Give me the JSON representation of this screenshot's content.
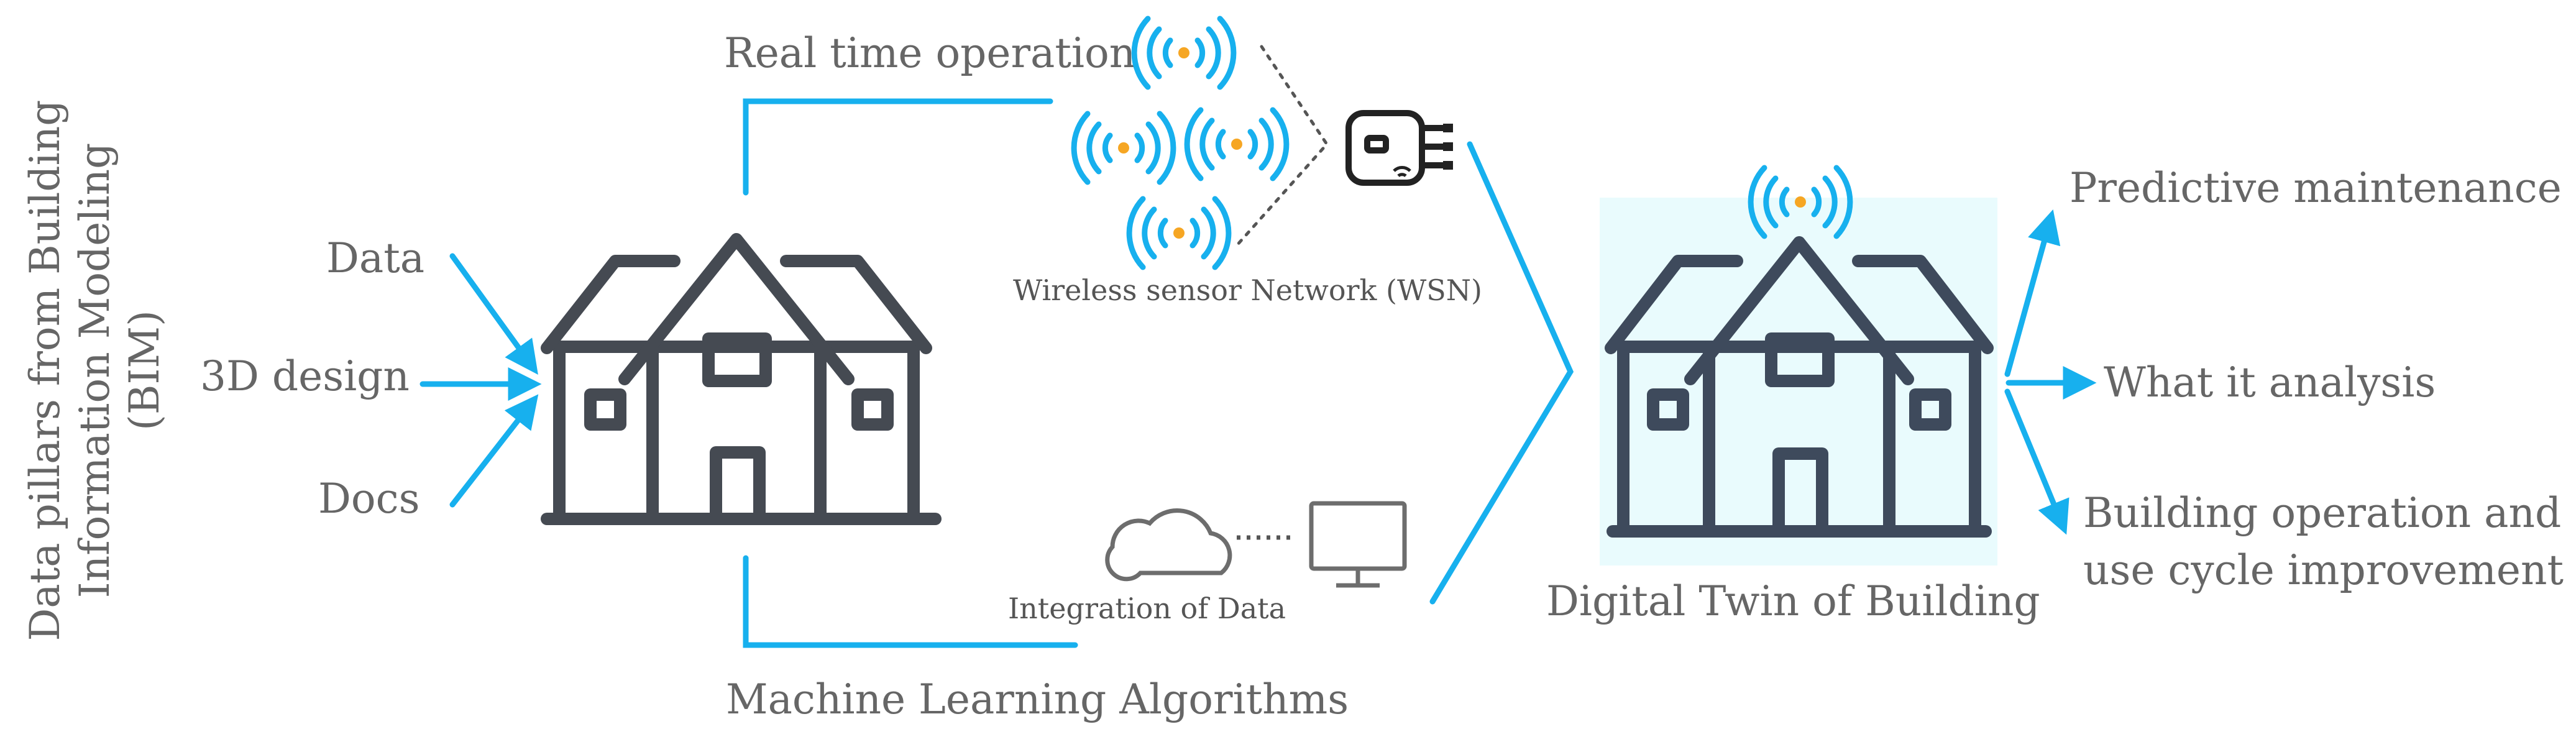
{
  "left_title": {
    "line1": "Data pillars from Building",
    "line2": "Information Modeling",
    "line3": "(BIM)"
  },
  "inputs": [
    "Data",
    "3D design",
    "Docs"
  ],
  "top_branch": {
    "label": "Real time operation",
    "sensor_network_label": "Wireless sensor Network (WSN)"
  },
  "bottom_branch": {
    "label": "Machine Learning Algorithms",
    "integration_label": "Integration of Data"
  },
  "twin": {
    "label": "Digital Twin of Building"
  },
  "outputs": {
    "item1": "Predictive maintenance",
    "item2": "What it analysis",
    "item3_line1": "Building operation and",
    "item3_line2": "use cycle improvement"
  },
  "colors": {
    "accent": "#17b0ee",
    "house": "#454a52",
    "twin_bg": "#e9fbfd",
    "text": "#666666",
    "signal_dot": "#f6a623"
  },
  "icons": [
    "house-icon",
    "wireless-signal-icon",
    "wireless-router-icon",
    "cloud-icon",
    "monitor-icon",
    "digital-twin-house-icon"
  ]
}
